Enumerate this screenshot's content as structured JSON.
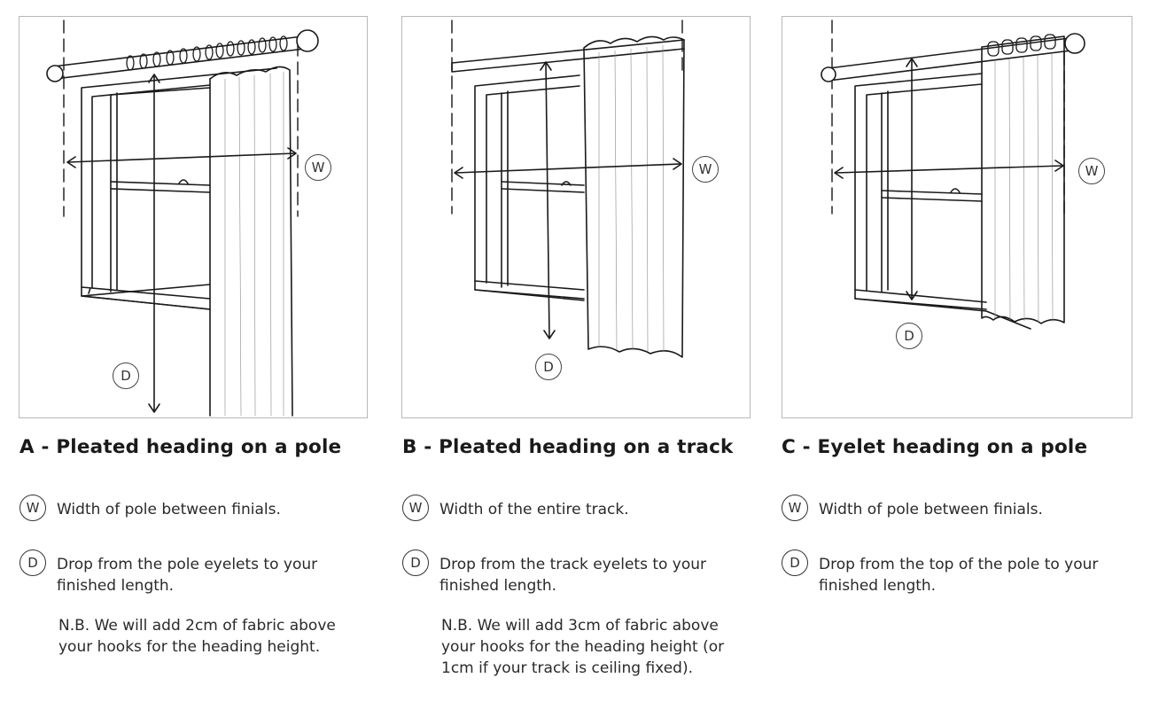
{
  "panels": [
    {
      "heading": "A - Pleated heading on a pole",
      "w_symbol": "W",
      "d_symbol": "D",
      "w_text": "Width of pole between finials.",
      "d_text": "Drop from the pole eyelets to your finished length.",
      "note": "N.B. We will add 2cm of fabric above your hooks for the heading height."
    },
    {
      "heading": "B - Pleated heading on a track",
      "w_symbol": "W",
      "d_symbol": "D",
      "w_text": "Width of the entire track.",
      "d_text": "Drop from the track eyelets to your finished length.",
      "note": "N.B. We will add 3cm of fabric above your hooks for the heading height (or 1cm if your track is ceiling fixed)."
    },
    {
      "heading": "C - Eyelet heading on a pole",
      "w_symbol": "W",
      "d_symbol": "D",
      "w_text": "Width of pole between finials.",
      "d_text": "Drop from the top of the pole to your finished length.",
      "note": ""
    }
  ],
  "colors": {
    "line": "#1a1a1a",
    "frame": "#b8b8b8",
    "dash": "#333333"
  }
}
